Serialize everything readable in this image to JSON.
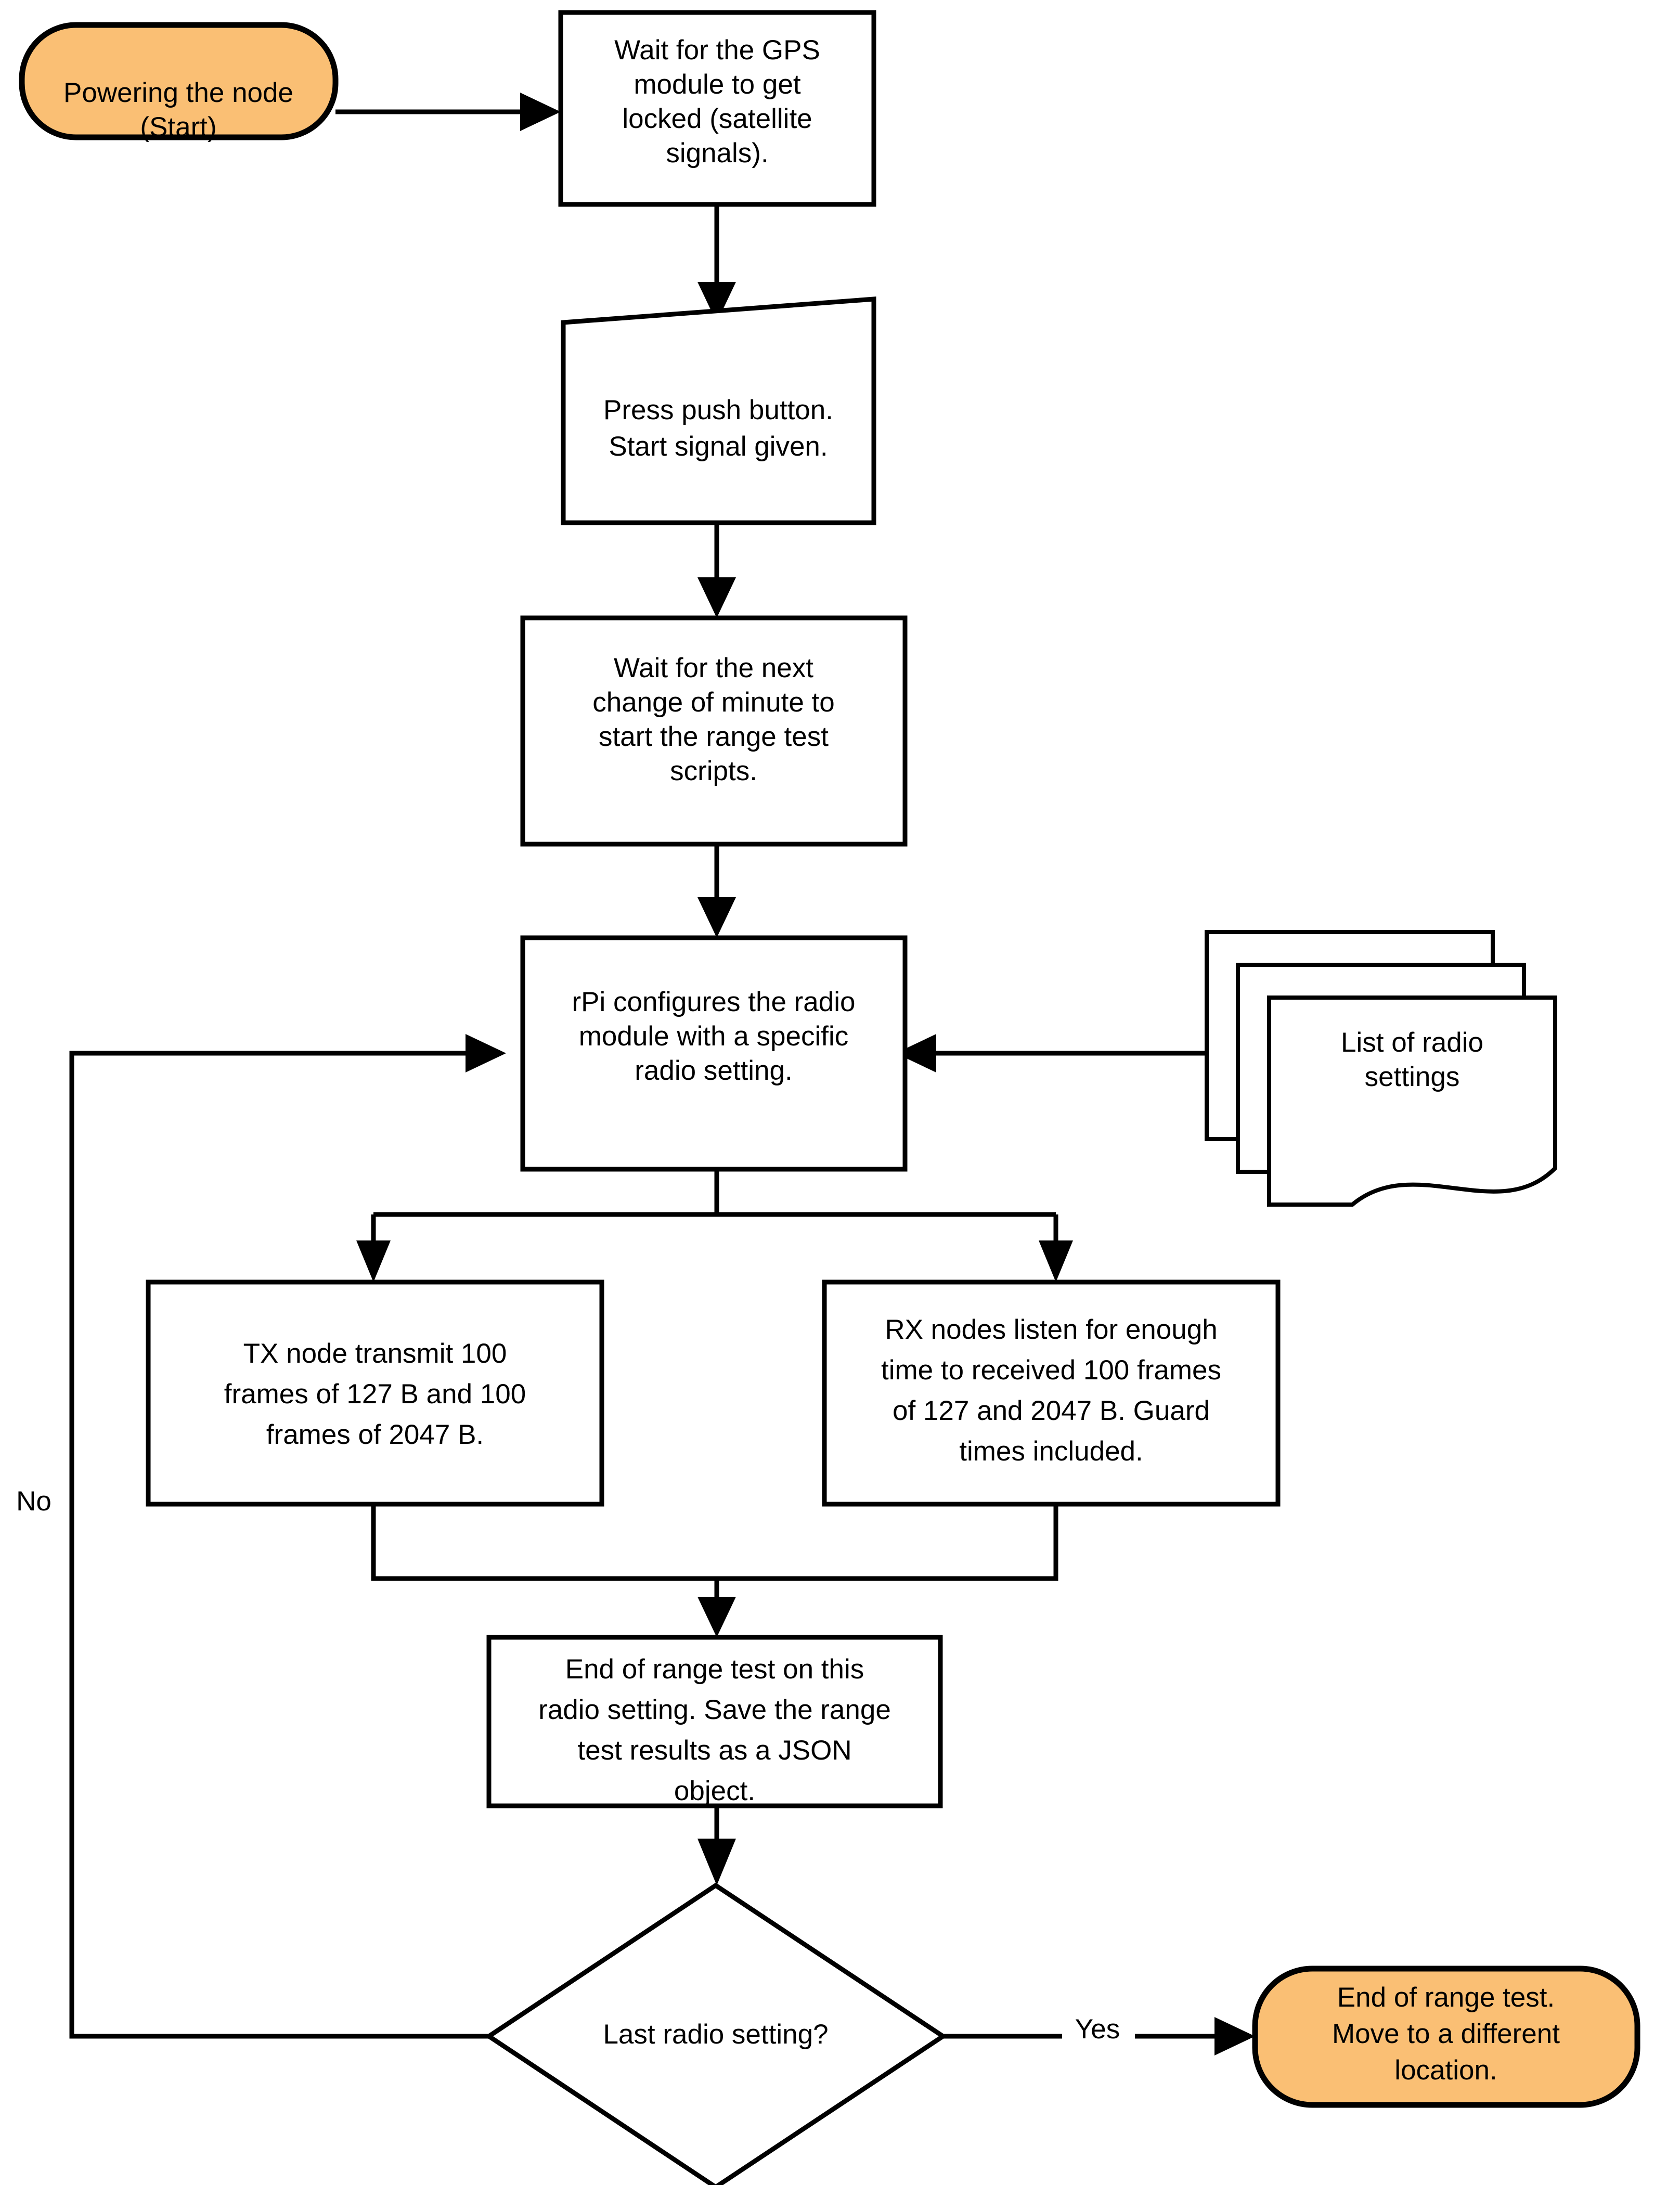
{
  "diagram": {
    "title": "Range test node flowchart",
    "colors": {
      "terminator_fill": "#FABF74",
      "process_fill": "#FFFFFF",
      "stroke": "#000000",
      "background": "#FFFFFF"
    },
    "nodes": {
      "start": {
        "shape": "terminator",
        "lines": [
          "Powering the node",
          "(Start)"
        ]
      },
      "gps_wait": {
        "shape": "process",
        "lines": [
          "Wait for the GPS",
          "module to get",
          "locked (satellite",
          "signals)."
        ]
      },
      "push_button": {
        "shape": "manual-input",
        "lines": [
          "Press push button.",
          "Start signal given."
        ]
      },
      "minute_wait": {
        "shape": "process",
        "lines": [
          "Wait for the next",
          "change of minute to",
          "start the range test",
          "scripts."
        ]
      },
      "configure_radio": {
        "shape": "process",
        "lines": [
          "rPi configures the radio",
          "module with a specific",
          "radio setting."
        ]
      },
      "radio_settings_list": {
        "shape": "multi-document",
        "lines": [
          "List of radio",
          "settings"
        ]
      },
      "tx_node": {
        "shape": "process",
        "lines": [
          "TX node transmit 100",
          "frames of 127 B and 100",
          "frames of 2047 B."
        ]
      },
      "rx_nodes": {
        "shape": "process",
        "lines": [
          "RX nodes listen for enough",
          "time to received 100 frames",
          "of 127 and 2047 B. Guard",
          "times included."
        ]
      },
      "save_results": {
        "shape": "process",
        "lines": [
          "End of range test on this",
          "radio setting. Save the range",
          "test results as a JSON",
          "object."
        ]
      },
      "last_setting_decision": {
        "shape": "decision",
        "lines": [
          "Last radio setting?"
        ]
      },
      "end": {
        "shape": "terminator",
        "lines": [
          "End of range test.",
          "Move to a different",
          "location."
        ]
      }
    },
    "edge_labels": {
      "no": "No",
      "yes": "Yes"
    }
  }
}
